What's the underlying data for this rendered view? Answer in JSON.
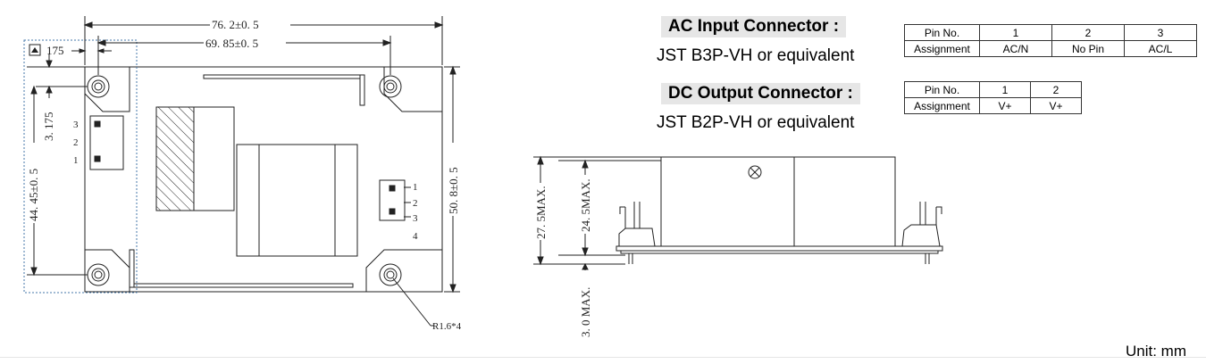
{
  "dimensions": {
    "width_total": "76. 2±0. 5",
    "hole_spacing_x": "69. 85±0. 5",
    "hole_spacing_y": "44. 45±0. 5",
    "height_total": "50. 8±0. 5",
    "offset_y": "3. 175",
    "offset_x": "175",
    "hole_radius": "R1.6*4",
    "side_height": "27. 5MAX.",
    "case_height": "24. 5MAX.",
    "pin_height": "3. 0 MAX."
  },
  "input_pins": [
    "3",
    "2",
    "1"
  ],
  "output_pins": [
    "1",
    "2",
    "3",
    "4"
  ],
  "ac_connector": {
    "title": "AC Input Connector :",
    "part": "JST B3P-VH or equivalent",
    "header_row": [
      "Pin No.",
      "1",
      "2",
      "3"
    ],
    "assign_row": [
      "Assignment",
      "AC/N",
      "No Pin",
      "AC/L"
    ]
  },
  "dc_connector": {
    "title": "DC Output Connector :",
    "part": "JST B2P-VH or equivalent",
    "header_row": [
      "Pin No.",
      "1",
      "2"
    ],
    "assign_row": [
      "Assignment",
      "V+",
      "V+"
    ]
  },
  "unit_label": "Unit: mm"
}
